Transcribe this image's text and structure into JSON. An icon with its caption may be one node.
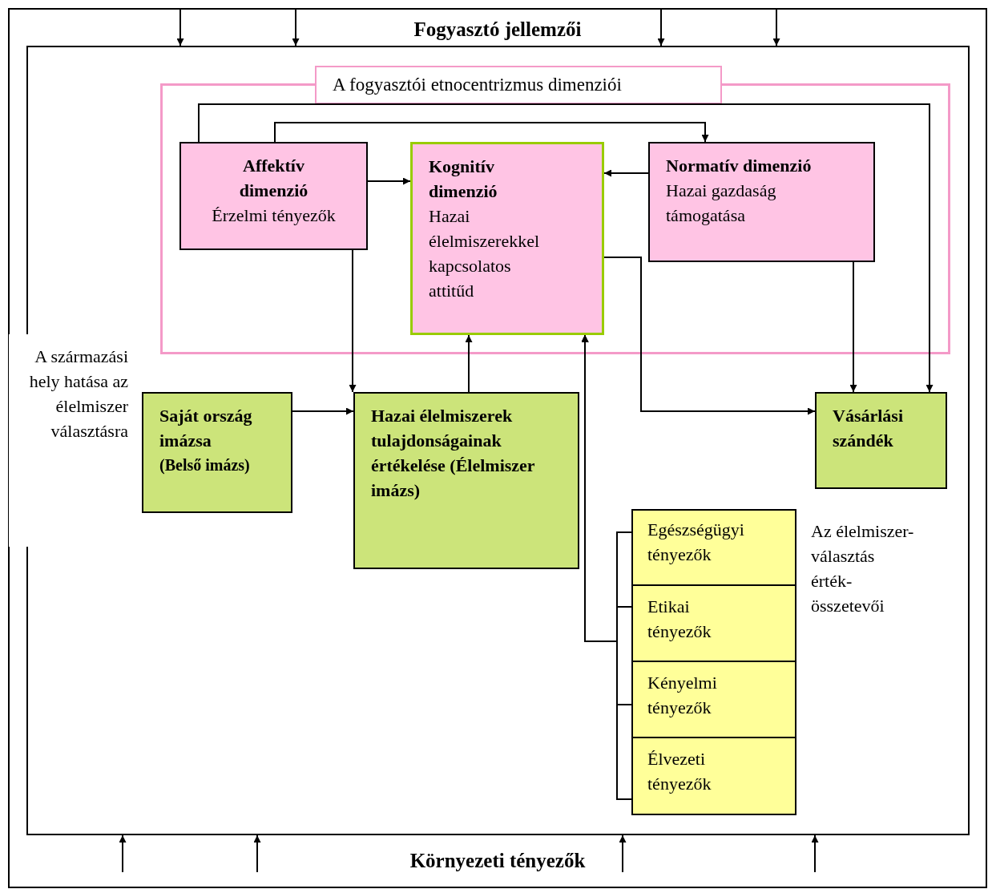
{
  "diagram": {
    "nodes": [
      {
        "text": [
          "Fogyasztó jellemzői",
          "Környezeti tényezők"
        ]
      },
      {
        "text": [
          "A származási hely hatása az élelmiszer választásra"
        ],
        "in": 0
      },
      {
        "text": [
          "A fogyasztói etnocentrizmus dimenziói"
        ],
        "in": 1
      },
      {
        "text": [
          "Affektív dimenzió",
          "Érzelmi tényezők"
        ],
        "in": 2
      },
      {
        "text": [
          "Kognitív dimenzió",
          "Hazai élelmiszerekkel kapcsolatos attitűd"
        ],
        "in": 2
      },
      {
        "text": [
          "Normatív dimenzió",
          "Hazai gazdaság támogatása"
        ],
        "in": 2
      },
      {
        "text": [
          "Saját ország imázsa",
          "(Belső imázs)"
        ],
        "in": 1
      },
      {
        "text": [
          "Hazai élelmiszerek tulajdonságainak értékelése (Élelmiszer imázs)"
        ],
        "in": 1
      },
      {
        "text": [
          "Vásárlási szándék"
        ],
        "in": 1
      },
      {
        "text": [
          "Az élelmiszer-választás érték-összetevői"
        ],
        "in": 1
      },
      {
        "text": [
          "Egészségügyi tényezők"
        ],
        "in": 9
      },
      {
        "text": [
          "Etikai tényezők"
        ],
        "in": 9
      },
      {
        "text": [
          "Kényelmi tényezők"
        ],
        "in": 9
      },
      {
        "text": [
          "Élvezeti tényezők"
        ],
        "in": 9
      }
    ],
    "edges": [
      {
        "from": 3,
        "to": 8,
        "arrow": "to"
      },
      {
        "from": 3,
        "to": 5,
        "arrow": "to"
      },
      {
        "from": 3,
        "to": 4,
        "arrow": "to"
      },
      {
        "from": 5,
        "to": 4,
        "arrow": "to"
      },
      {
        "from": 3,
        "to": 7,
        "arrow": "to"
      },
      {
        "from": 5,
        "to": 8,
        "arrow": "to"
      },
      {
        "from": 4,
        "to": 8,
        "arrow": "to"
      },
      {
        "from": 6,
        "to": 7,
        "arrow": "to"
      },
      {
        "from": 7,
        "to": 4,
        "arrow": "to"
      },
      {
        "from": 10,
        "to": 4,
        "arrow": "to"
      },
      {
        "from": 11,
        "to": 4,
        "arrow": "to"
      },
      {
        "from": 12,
        "to": 4,
        "arrow": "to"
      },
      {
        "from": 13,
        "to": 4,
        "arrow": "to"
      },
      {
        "from": null,
        "to": 1,
        "arrow": "to"
      },
      {
        "from": null,
        "to": 1,
        "arrow": "to"
      },
      {
        "from": null,
        "to": 1,
        "arrow": "to"
      },
      {
        "from": null,
        "to": 1,
        "arrow": "to"
      },
      {
        "from": null,
        "to": 1,
        "arrow": "to"
      },
      {
        "from": null,
        "to": 1,
        "arrow": "to"
      },
      {
        "from": null,
        "to": 1,
        "arrow": "to"
      },
      {
        "from": null,
        "to": 1,
        "arrow": "to"
      }
    ]
  }
}
